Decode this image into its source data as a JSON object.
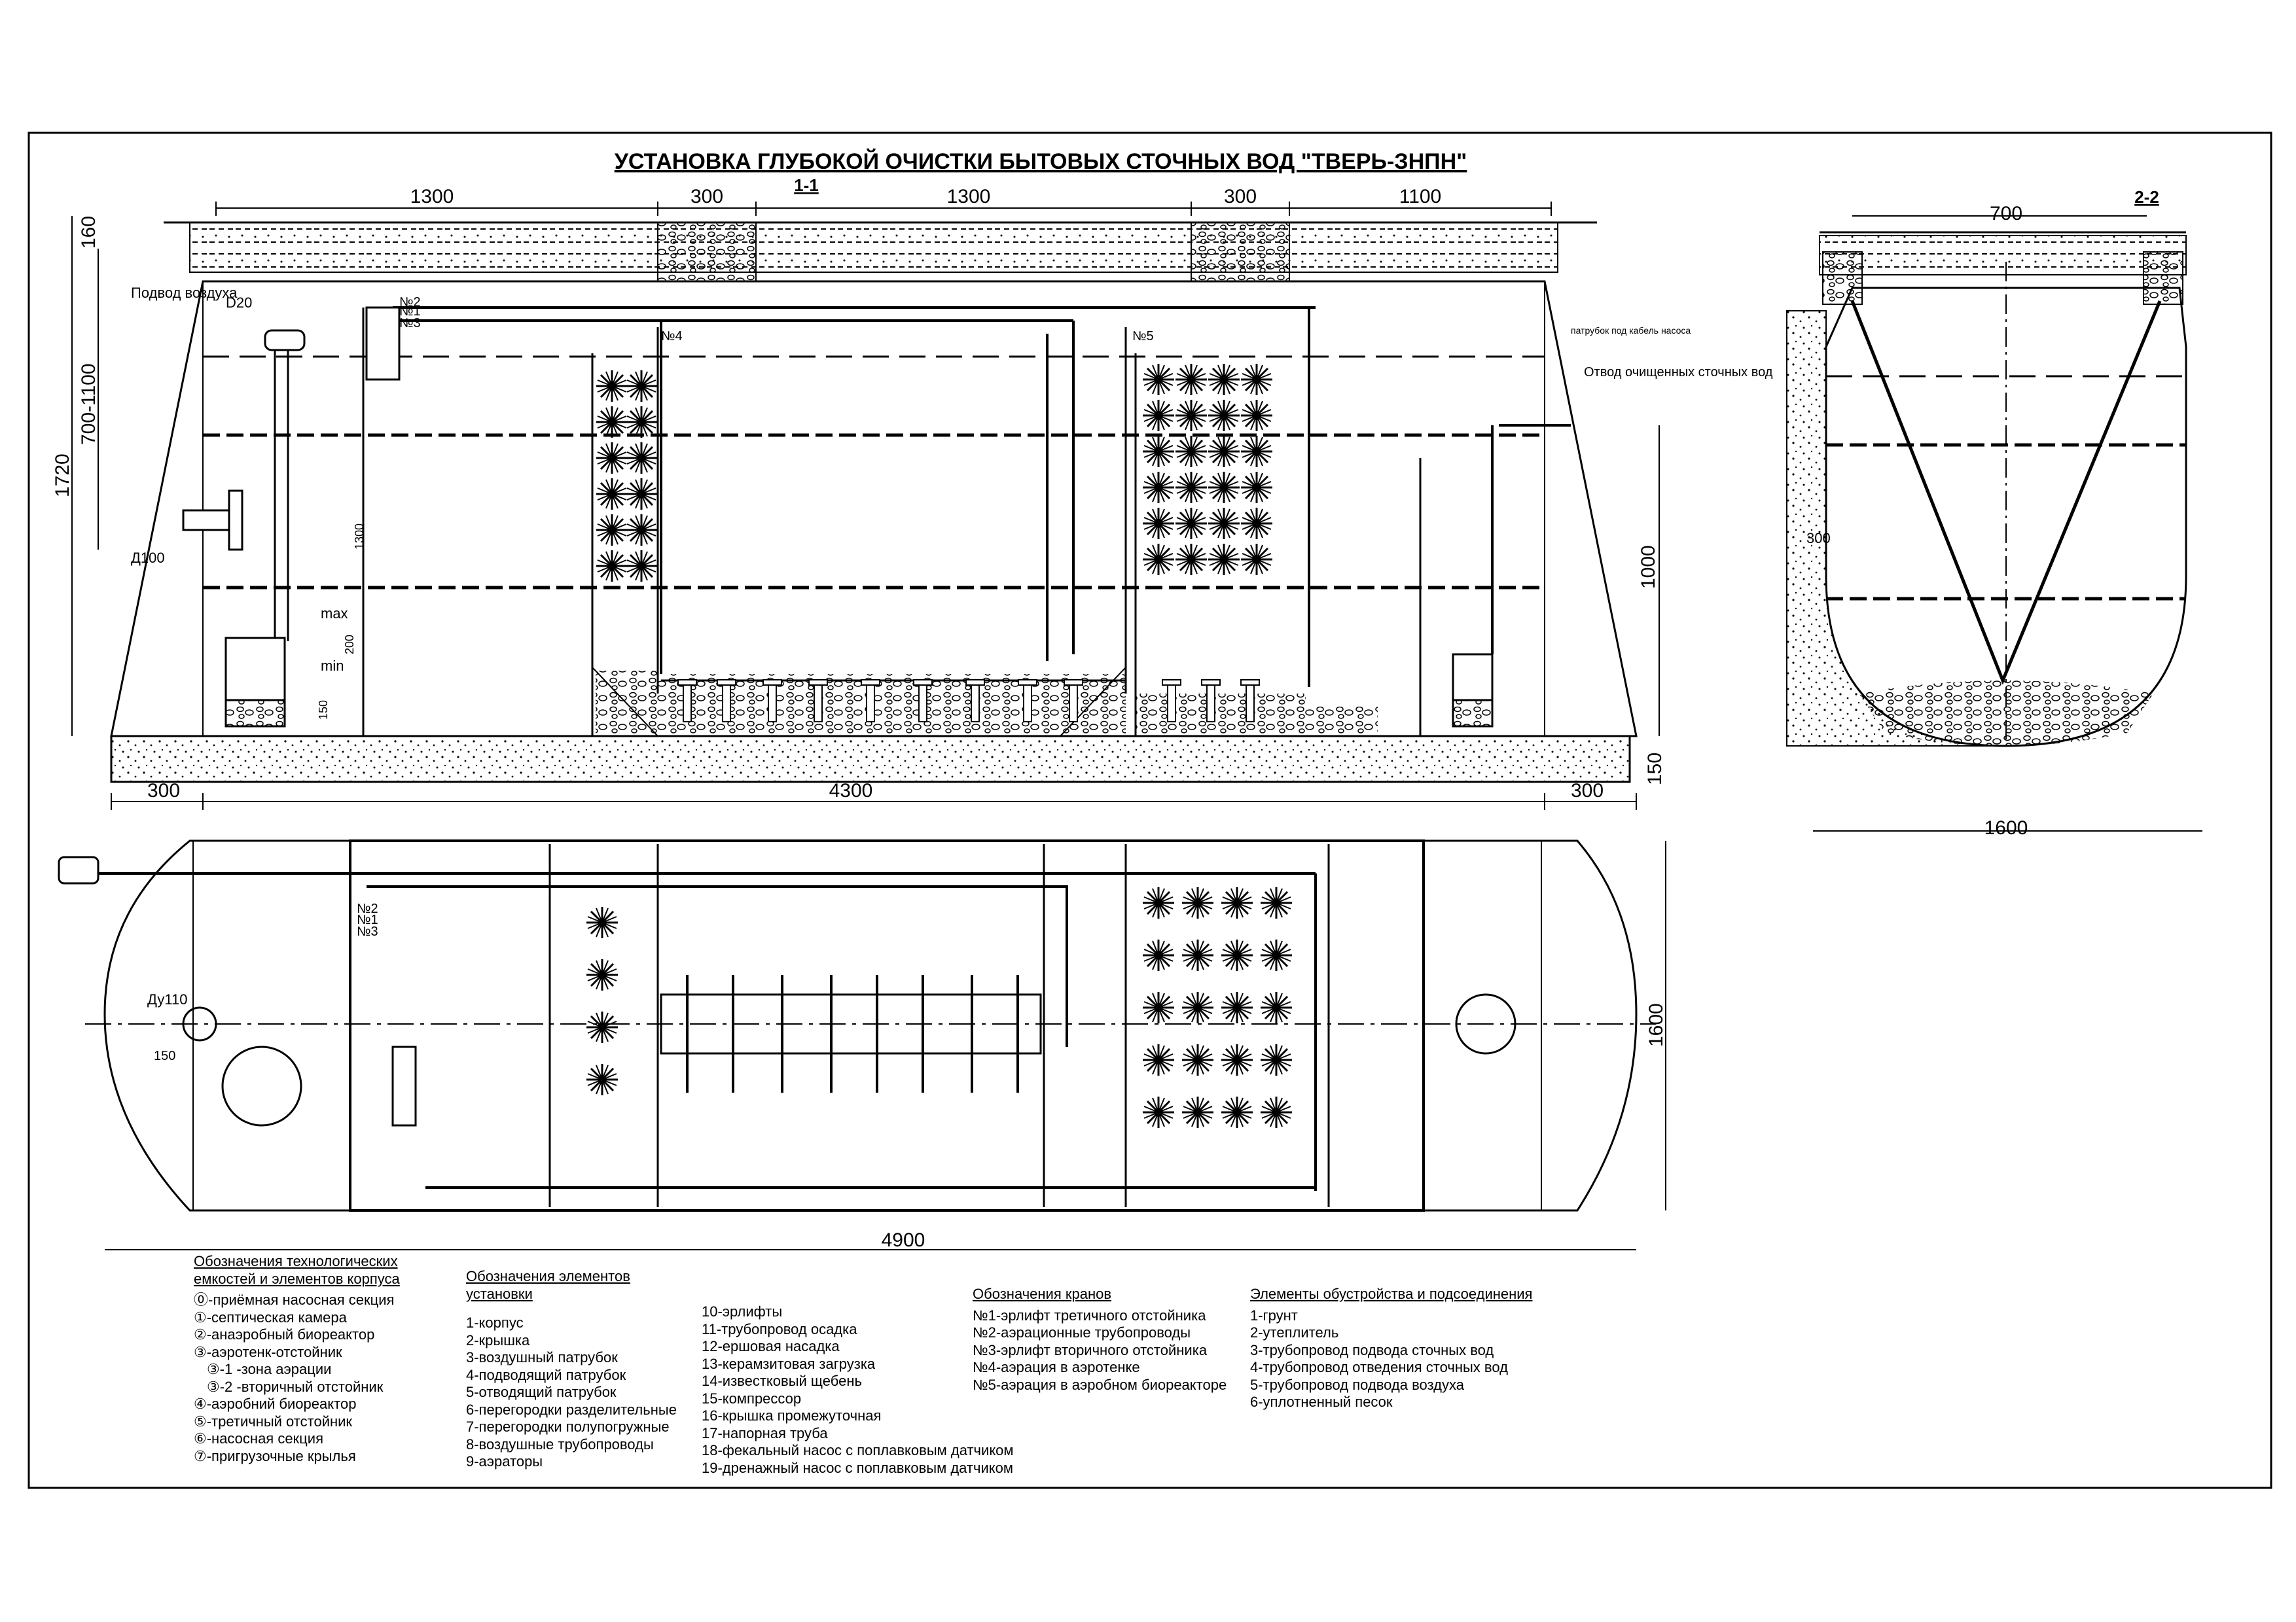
{
  "title": "УСТАНОВКА ГЛУБОКОЙ ОЧИСТКИ БЫТОВЫХ СТОЧНЫХ ВОД \"ТВЕРЬ-ЗНПН\"",
  "section1": {
    "label": "1-1",
    "dims_top": [
      "1300",
      "300",
      "1300",
      "300",
      "1100"
    ],
    "dims_bottom": [
      "300",
      "4300",
      "300"
    ],
    "dims_left": [
      "160",
      "700-1100",
      "1720"
    ],
    "dims_right": [
      "1000",
      "150"
    ],
    "labels": {
      "air_supply": "Подвод\nвоздуха",
      "d20": "D20",
      "d100": "Д100",
      "outlet": "Отвод\nочищенных\nсточных вод",
      "cable": "патрубок под\nкабель насоса",
      "max": "max",
      "min": "min",
      "n1": "№1",
      "n2": "№2",
      "n3": "№3",
      "n4": "№4",
      "n5": "№5",
      "d200": "200",
      "d150": "150",
      "d1300": "1300"
    }
  },
  "section2": {
    "label": "2-2",
    "dims": [
      "700",
      "1600",
      "300"
    ]
  },
  "plan": {
    "dims": [
      "4900",
      "1600",
      "150"
    ],
    "labels": {
      "dy110": "Ду110",
      "n1": "№1",
      "n2": "№2",
      "n3": "№3"
    }
  },
  "legend_capacities": {
    "header": "Обозначения технологических емкостей и элементов корпуса",
    "items": [
      "⓪-приёмная насосная секция",
      "①-септическая камера",
      "②-анаэробный биореактор",
      "③-аэротенк-отстойник",
      "③-1 -зона аэрации",
      "③-2 -вторичный отстойник",
      "④-аэробний биореактор",
      "⑤-третичный отстойник",
      "⑥-насосная секция",
      "⑦-пригрузочные крылья"
    ]
  },
  "legend_elements": {
    "header": "Обозначения элементов установки",
    "col1": [
      "1-корпус",
      "2-крышка",
      "3-воздушный патрубок",
      "4-подводящий патрубок",
      "5-отводящий патрубок",
      "6-перегородки разделительные",
      "7-перегородки полупогружные",
      "8-воздушные трубопроводы",
      "9-аэраторы"
    ],
    "col2": [
      "10-эрлифты",
      "11-трубопровод осадка",
      "12-ершовая насадка",
      "13-керамзитовая загрузка",
      "14-известковый щебень",
      "15-компрессор",
      "16-крышка промежуточная",
      "17-напорная труба",
      "18-фекальный насос с поплавковым датчиком",
      "19-дренажный насос с поплавковым датчиком"
    ]
  },
  "legend_valves": {
    "header": "Обозначения кранов",
    "items": [
      "№1-эрлифт третичного отстойника",
      "№2-аэрационные трубопроводы",
      "№3-эрлифт вторичного отстойника",
      "№4-аэрация в аэротенке",
      "№5-аэрация в аэробном биореакторе"
    ]
  },
  "legend_setup": {
    "header": "Элементы обустройства и подсоединения",
    "items": [
      "1-грунт",
      "2-утеплитель",
      "3-трубопровод подвода сточных вод",
      "4-трубопровод отведения сточных вод",
      "5-трубопровод подвода воздуха",
      "6-уплотненный песок"
    ]
  }
}
